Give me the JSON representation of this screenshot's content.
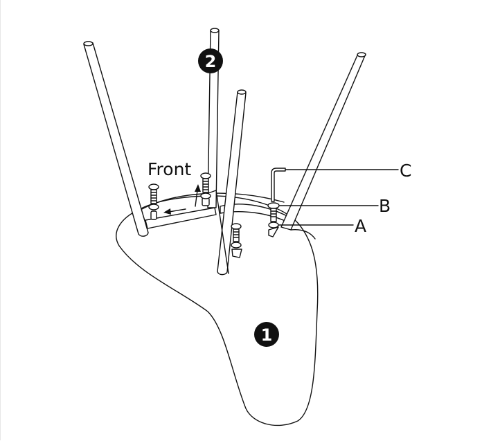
{
  "diagram": {
    "front_label": "Front",
    "callouts": {
      "a": "A",
      "b": "B",
      "c": "C"
    },
    "step_markers": {
      "part_1": "1",
      "part_2": "2"
    }
  }
}
